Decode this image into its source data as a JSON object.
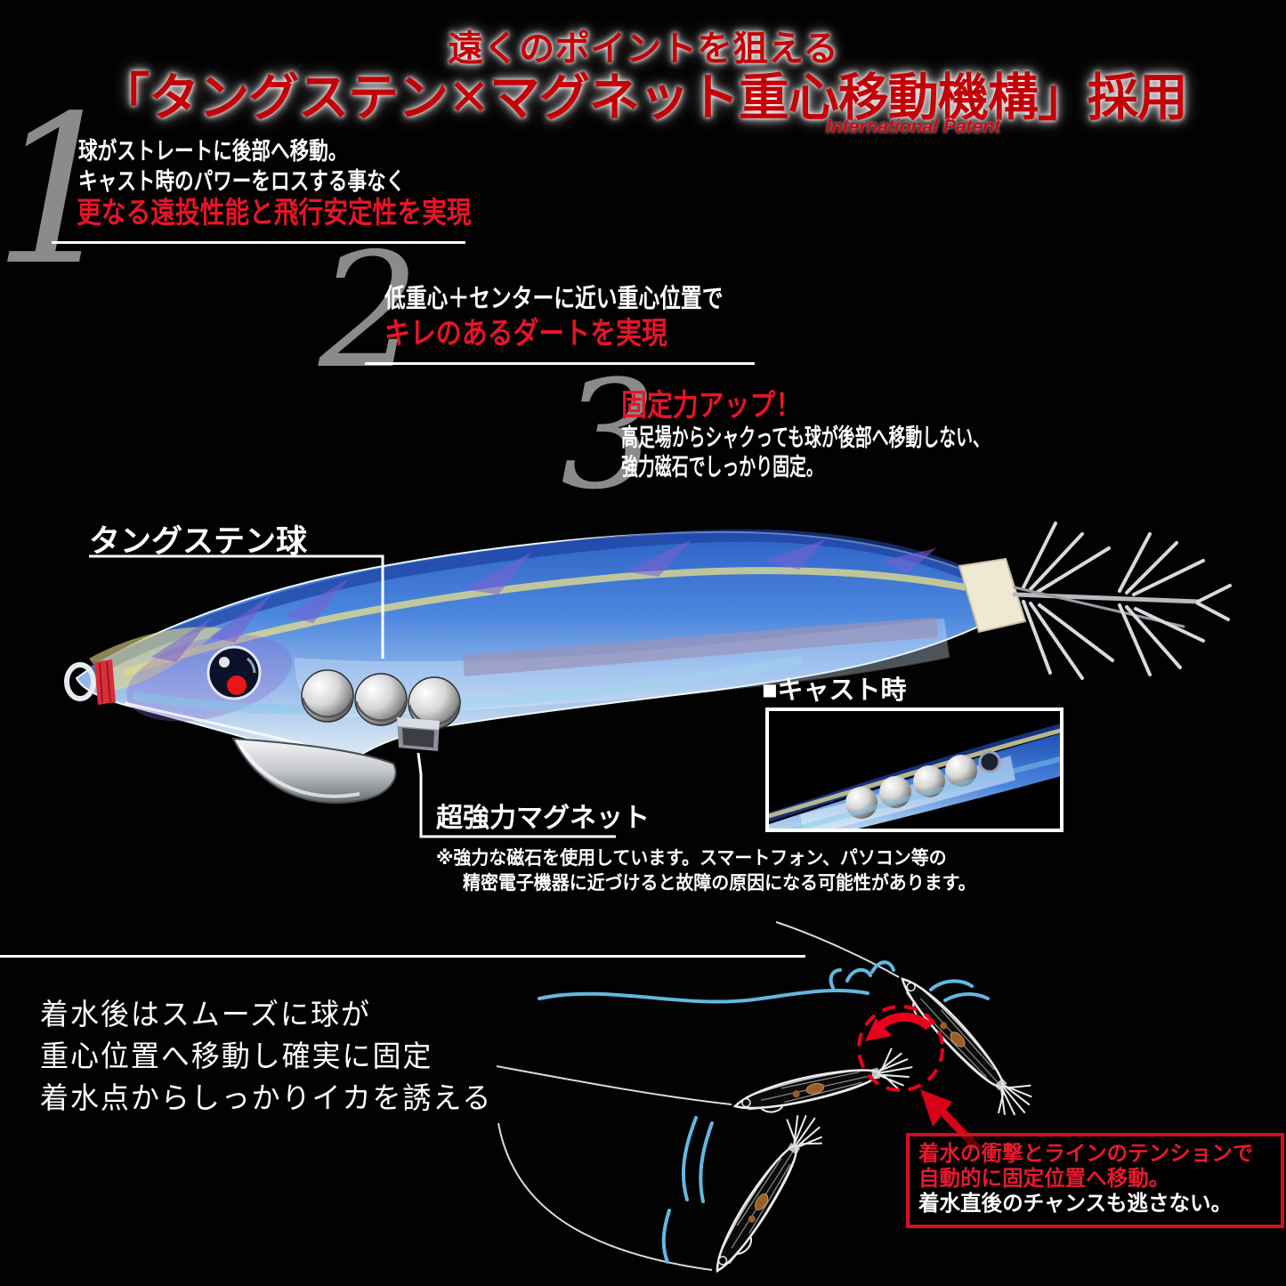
{
  "header": {
    "tagline": "遠くのポイントを狙える",
    "title": "「タングステン✕マグネット重心移動機構」採用",
    "patent": "International Patent"
  },
  "features": [
    {
      "number": "1",
      "lines": [
        "球がストレートに後部へ移動。",
        "キャスト時のパワーをロスする事なく"
      ],
      "highlight": "更なる遠投性能と飛行安定性を実現"
    },
    {
      "number": "2",
      "lines": [
        "低重心＋センターに近い重心位置で"
      ],
      "highlight": "キレのあるダートを実現"
    },
    {
      "number": "3",
      "highlight": "固定力アップ！",
      "lines": [
        "高足場からシャクっても球が後部へ移動しない、",
        "強力磁石でしっかり固定。"
      ]
    }
  ],
  "labels": {
    "tungsten_ball": "タングステン球",
    "cast_time": "■キャスト時",
    "magnet": "超強力マグネット"
  },
  "magnet_note": {
    "line1": "※強力な磁石を使用しています。スマートフォン、パソコン等の",
    "line2": "精密電子機器に近づけると故障の原因になる可能性があります。"
  },
  "splash_text": {
    "line1": "着水後はスムーズに球が",
    "line2": "重心位置へ移動し確実に固定",
    "line3": "着水点からしっかりイカを誘える"
  },
  "callout": {
    "red_line1": "着水の衝撃とラインのテンションで",
    "red_line2": "自動的に固定位置へ移動。",
    "white_line": "着水直後のチャンスも逃さない。"
  },
  "colors": {
    "background": "#020202",
    "title_red": "#c40008",
    "accent_red": "#e81428",
    "box_border_red": "#cf1020",
    "number_gray": "#979797",
    "water_blue": "#62b8e0",
    "lure_blue": "#2f66cc",
    "lure_purple": "#7a60d2",
    "lure_yellow": "#e4dc8c",
    "ball_metal": "#cfcfcf"
  }
}
